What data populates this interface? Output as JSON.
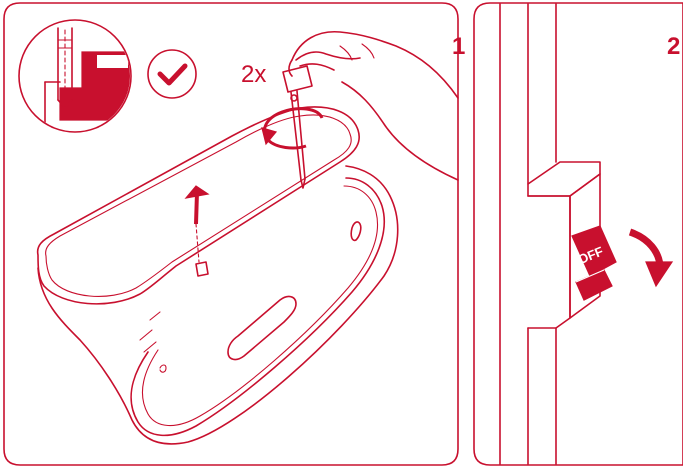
{
  "colors": {
    "accent": "#c8102e",
    "background": "#ffffff"
  },
  "steps": [
    {
      "number": "1",
      "count_label": "2x",
      "icons": [
        "screw-detail-icon",
        "checkmark-icon",
        "screwdriver-icon",
        "rotate-arrow-icon",
        "lift-arrow-icon"
      ]
    },
    {
      "number": "2",
      "switch_label": "OFF",
      "icons": [
        "power-switch-icon",
        "curved-arrow-icon"
      ]
    }
  ]
}
